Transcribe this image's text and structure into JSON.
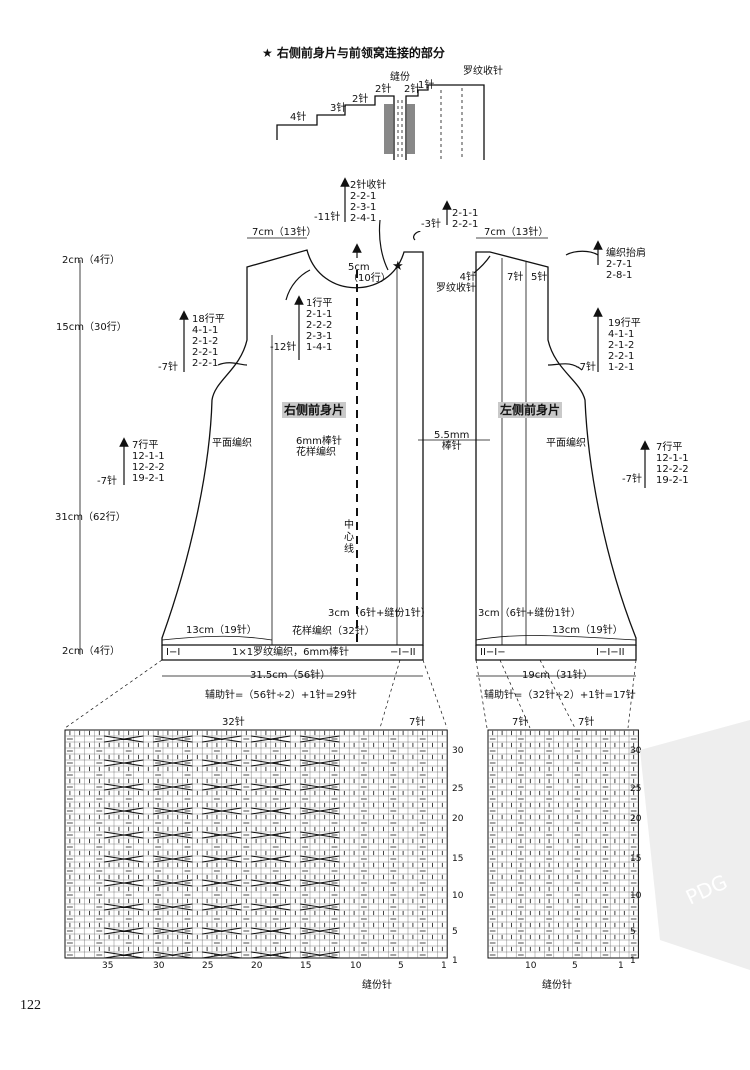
{
  "title": "★ 右侧前身片与前领窝连接的部分",
  "detail": {
    "labels": {
      "n4": "4针",
      "n3": "3针",
      "n2a": "2针",
      "n2b": "2针",
      "n2c": "2针",
      "n1": "1针",
      "fen": "缝份",
      "luowen": "罗纹收针"
    }
  },
  "right_piece": {
    "name": "右侧前身片",
    "stitch": [
      "6mm棒针",
      "花样编织"
    ],
    "plain": "平面编织",
    "center": "中心线",
    "neck_dec": {
      "label": "2针收针",
      "rows": [
        "2-2-1",
        "2-3-1",
        "2-4-1"
      ],
      "count": "-11针"
    },
    "neck_dec_r": {
      "rows": [
        "2-1-1",
        "2-2-1"
      ],
      "count": "-3针"
    },
    "width_top": "7cm（13针）",
    "neck_depth": [
      "5cm",
      "（10行）"
    ],
    "shoulder_dec": {
      "rows": [
        "1行平",
        "2-1-1",
        "2-2-2",
        "2-3-1",
        "1-4-1"
      ],
      "count": "-12针"
    },
    "arm_dec": {
      "rows": [
        "18行平",
        "4-1-1",
        "2-1-2",
        "2-2-1",
        "2-2-1"
      ],
      "count": "-7针"
    },
    "side_dec": {
      "rows": [
        "7行平",
        "12-1-1",
        "12-2-2",
        "19-2-1"
      ],
      "count": "-7针"
    },
    "h_top": "2cm（4行）",
    "h_arm": "15cm（30行）",
    "h_body": "31cm（62行）",
    "h_rib": "2cm（4行）",
    "bottom_label": "13cm（19针）",
    "pattern_label": "花样编织（32针）",
    "side_label": "3cm（6针+缝份1针）",
    "rib_label": "1×1罗纹编织，6mm棒针",
    "rib_left": "I−I",
    "rib_right": "−I−II",
    "width_total": "31.5cm（56针）",
    "aux": "辅助针=（56针÷2）+1针=29针"
  },
  "needle": [
    "5.5mm",
    "棒针"
  ],
  "left_piece": {
    "name": "左侧前身片",
    "plain": "平面编织",
    "width_top": "7cm（13针）",
    "n7": "7针",
    "n5": "5针",
    "luowen": [
      "4针",
      "罗纹收针"
    ],
    "shoulder": {
      "label": "编织抬肩",
      "rows": [
        "2-7-1",
        "2-8-1"
      ]
    },
    "arm_dec": {
      "rows": [
        "19行平",
        "4-1-1",
        "2-1-2",
        "2-2-1",
        "1-2-1"
      ],
      "count": "-7针"
    },
    "side_dec": {
      "rows": [
        "7行平",
        "12-1-1",
        "12-2-2",
        "19-2-1"
      ],
      "count": "-7针"
    },
    "side_label": "3cm（6针+缝份1针）",
    "bottom_label": "13cm（19针）",
    "rib_left": "II−I−",
    "rib_right": "I−I−II",
    "width_total": "19cm（31针）",
    "aux": "辅助针=（32针÷2）+1针=17针"
  },
  "chart_right": {
    "top_labels": [
      "32针",
      "7针"
    ],
    "row_numbers": [
      "30",
      "25",
      "20",
      "15",
      "10",
      "5",
      "1"
    ],
    "col_numbers": [
      "35",
      "30",
      "25",
      "20",
      "15",
      "10",
      "5",
      "1"
    ],
    "fen": "缝份针"
  },
  "chart_left": {
    "top_labels": [
      "7针",
      "7针"
    ],
    "row_numbers": [
      "30",
      "25",
      "20",
      "15",
      "10",
      "5",
      "1"
    ],
    "col_numbers": [
      "10",
      "5",
      "1"
    ],
    "fen": "缝份针"
  },
  "page_number": "122",
  "watermark": "PDG"
}
